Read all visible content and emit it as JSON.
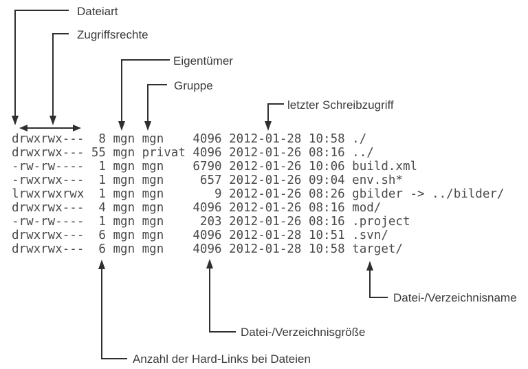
{
  "colors": {
    "background": "#ffffff",
    "label_text": "#3a3a3a",
    "listing_text": "#4a4a4a",
    "connector": "#2f2f2f"
  },
  "annotations": {
    "dateiart": {
      "label": "Dateiart"
    },
    "zugriffsrechte": {
      "label": "Zugriffsrechte"
    },
    "eigentuemer": {
      "label": "Eigentümer"
    },
    "gruppe": {
      "label": "Gruppe"
    },
    "letzter_schreibzugriff": {
      "label": "letzter Schreibzugriff"
    },
    "hard_links": {
      "label": "Anzahl der Hard-Links bei Dateien"
    },
    "groesse": {
      "label": "Datei-/Verzeichnisgröße"
    },
    "name": {
      "label": "Datei-/Verzeichnisname"
    }
  },
  "listing": {
    "lines": [
      "drwxrwx---  8 mgn mgn    4096 2012-01-28 10:58 ./",
      "drwxrwx--- 55 mgn privat 4096 2012-01-26 08:16 ../",
      "-rw-rw----  1 mgn mgn    6790 2012-01-26 10:06 build.xml",
      "-rwxrwx---  1 mgn mgn     657 2012-01-26 09:04 env.sh*",
      "lrwxrwxrwx  1 mgn mgn       9 2012-01-26 08:26 gbilder -> ../bilder/",
      "drwxrwx---  4 mgn mgn    4096 2012-01-26 08:16 mod/",
      "-rw-rw----  1 mgn mgn     203 2012-01-26 08:16 .project",
      "drwxrwx---  6 mgn mgn    4096 2012-01-28 10:51 .svn/",
      "drwxrwx---  6 mgn mgn    4096 2012-01-28 10:58 target/"
    ]
  }
}
